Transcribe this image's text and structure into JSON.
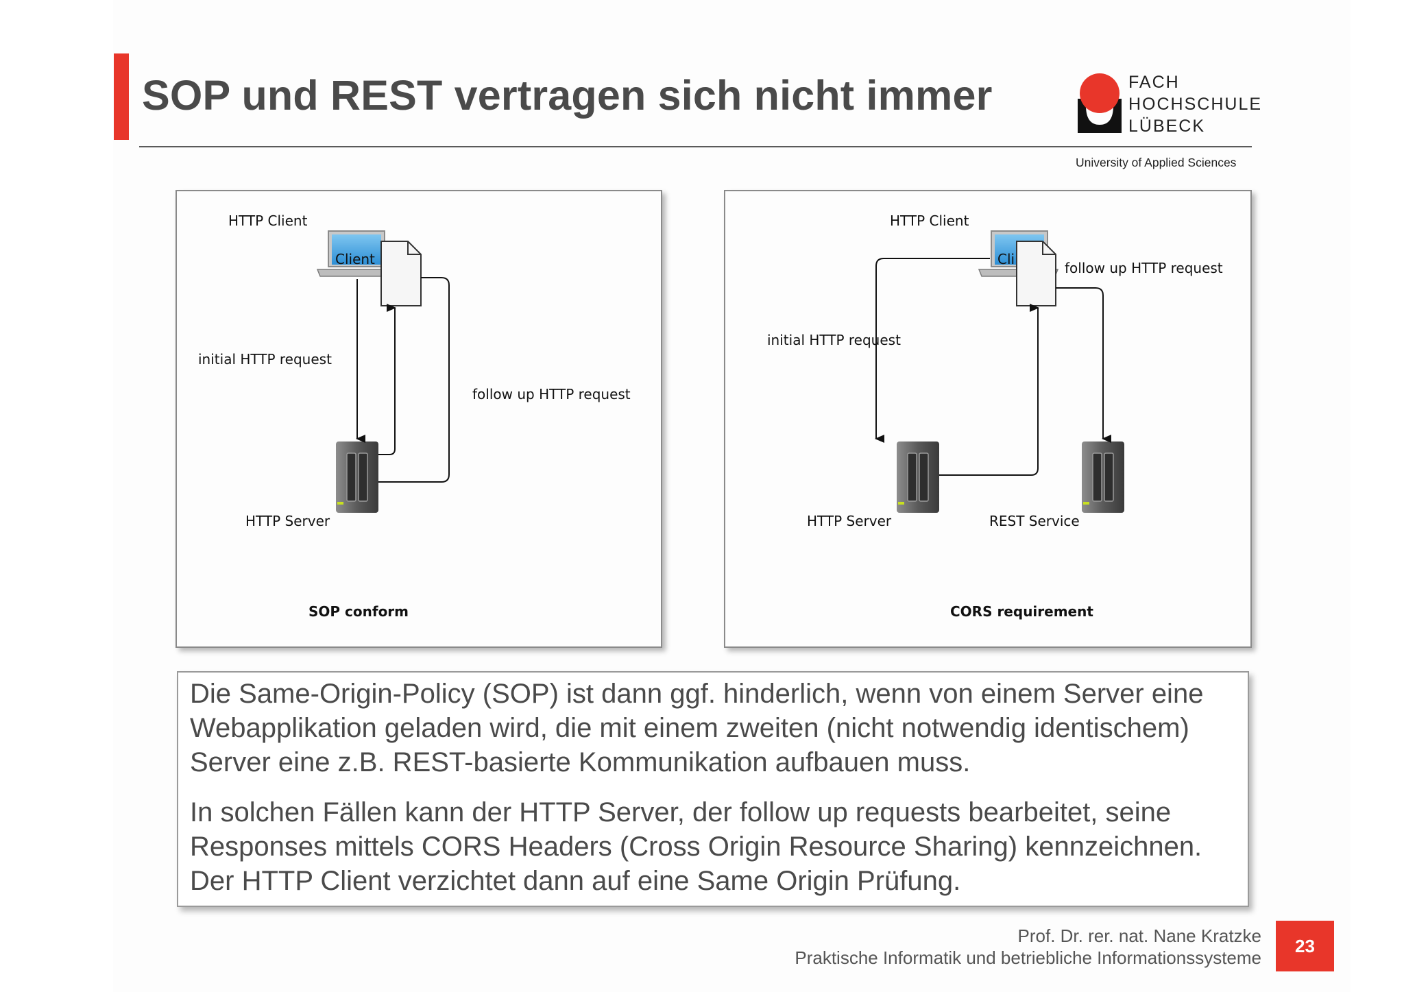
{
  "slide": {
    "title": "SOP und REST vertragen sich nicht immer",
    "accent_color": "#e8362a",
    "page_number": "23"
  },
  "logo": {
    "lines": [
      "FACH",
      "HOCHSCHULE",
      "LÜBECK"
    ],
    "tagline": "University of Applied Sciences"
  },
  "diagrams": {
    "left": {
      "caption": "SOP conform",
      "client_label": "HTTP Client",
      "client_screen_text": "Client",
      "initial_request_label": "initial HTTP request",
      "follow_up_label": "follow up HTTP request",
      "server_label": "HTTP Server"
    },
    "right": {
      "caption": "CORS requirement",
      "client_label": "HTTP Client",
      "client_screen_text": "Cli",
      "initial_request_label": "initial HTTP request",
      "follow_up_label": "follow up HTTP request",
      "server_label": "HTTP Server",
      "rest_label": "REST Service"
    }
  },
  "text": {
    "paragraph_1": "Die Same-Origin-Policy (SOP) ist dann ggf. hinderlich, wenn von einem Server eine Webapplikation geladen wird, die mit einem zweiten (nicht notwendig identischem) Server eine z.B. REST-basierte Kommunikation aufbauen muss.",
    "paragraph_2": "In solchen Fällen kann der HTTP Server, der follow up requests bearbeitet, seine Responses mittels CORS Headers (Cross Origin Resource Sharing) kennzeichnen. Der HTTP Client verzichtet dann auf eine Same Origin Prüfung."
  },
  "footer": {
    "author": "Prof. Dr. rer. nat. Nane Kratzke",
    "course": "Praktische Informatik und betriebliche Informationssysteme"
  }
}
